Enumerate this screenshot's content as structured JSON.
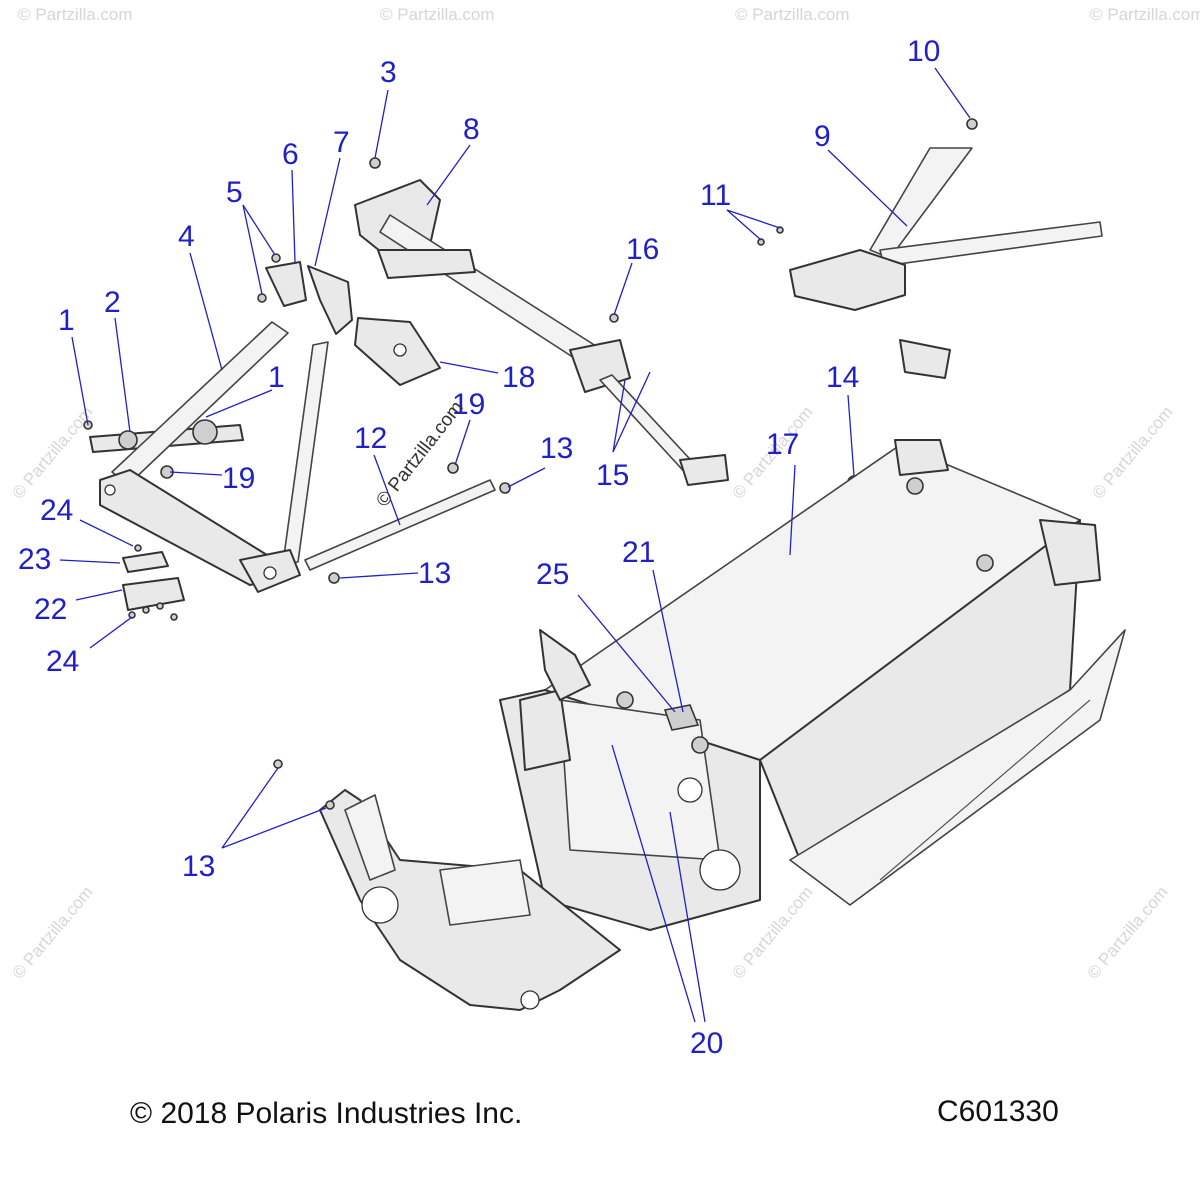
{
  "diagram": {
    "callouts": [
      "1",
      "2",
      "3",
      "4",
      "5",
      "6",
      "7",
      "8",
      "9",
      "10",
      "11",
      "12",
      "13",
      "14",
      "15",
      "16",
      "17",
      "18",
      "19",
      "20",
      "21",
      "22",
      "23",
      "24",
      "25"
    ],
    "watermark": "© Partzilla.com",
    "copyright": "© 2018 Polaris Industries Inc.",
    "figure_code": "C601330",
    "callout_color": "#2020c8"
  }
}
